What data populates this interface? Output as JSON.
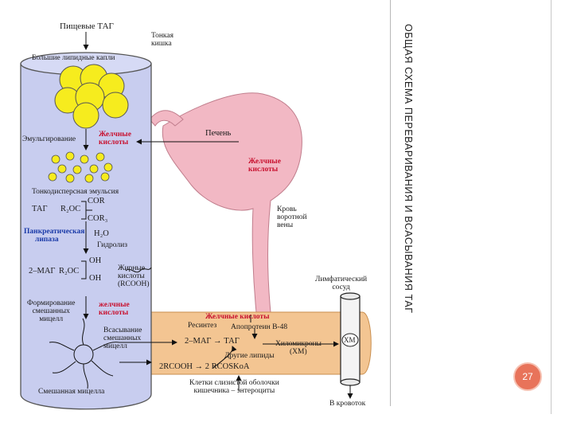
{
  "title": "Общая схема переваривания и всасывания ТАГ",
  "page_number": "27",
  "colors": {
    "intestine_fill": "#c8cdef",
    "liver_fill": "#f2b8c4",
    "enterocyte_fill": "#f3c592",
    "fat_drop": "#f6ec1e",
    "pink_text": "#c8102e",
    "blue_text": "#1a3aa8",
    "badge": "#e8735a"
  },
  "labels": {
    "food_tag": "Пищевые ТАГ",
    "small_intestine": [
      "Тонкая",
      "кишка"
    ],
    "large_drops": "Большие липидные капли",
    "emulsification": "Эмульгирование",
    "bile_acids_1": [
      "Желчные",
      "кислоты"
    ],
    "liver": "Печень",
    "bile_acids_liver": [
      "Желчные",
      "кислоты"
    ],
    "fine_dispersion": "Тонкодисперсная эмульсия",
    "tag": "ТАГ",
    "r2oc": "R₂OC",
    "cor1": "COR",
    "cor3": "COR₃",
    "pancreatic_lipase": [
      "Панкреатическая",
      "липаза"
    ],
    "water": "H₂O",
    "hydrolysis": "Гидролиз",
    "portal_blood": [
      "Кровь",
      "воротной",
      "вены"
    ],
    "two_mag": "2–МАГ",
    "r2oc_2": "R₂OC",
    "oh_top": "OH",
    "oh_bottom": "OH",
    "fatty_acids": [
      "Жирные",
      "кислоты",
      "(RCOOH)"
    ],
    "lymph_vessel": [
      "Лимфатический",
      "сосуд"
    ],
    "forming_micelles": [
      "Формирование",
      "смешанных",
      "мицелл"
    ],
    "bile_acids_2": [
      "желчные",
      "кислоты"
    ],
    "bile_acids_3": "Желчные кислоты",
    "resynthesis": "Ресинтез",
    "apoprotein": "Апопротеин В-48",
    "absorption": [
      "Всасывание",
      "смешанных",
      "мицелл"
    ],
    "mag_tag": "2–МАГ → ТАГ",
    "chylomicrons": [
      "Хиломикроны",
      "(ХМ)"
    ],
    "other_lipids": "Другие липиды",
    "xm": "ХМ",
    "rcooh_chain": "2RCOOH → 2 RCOSKoA",
    "mixed_micelle": "Смешанная мицелла",
    "mucosa_cells": [
      "Клетки слизистой оболочки",
      "кишечника – энтероциты"
    ],
    "to_blood": "В кровоток"
  }
}
